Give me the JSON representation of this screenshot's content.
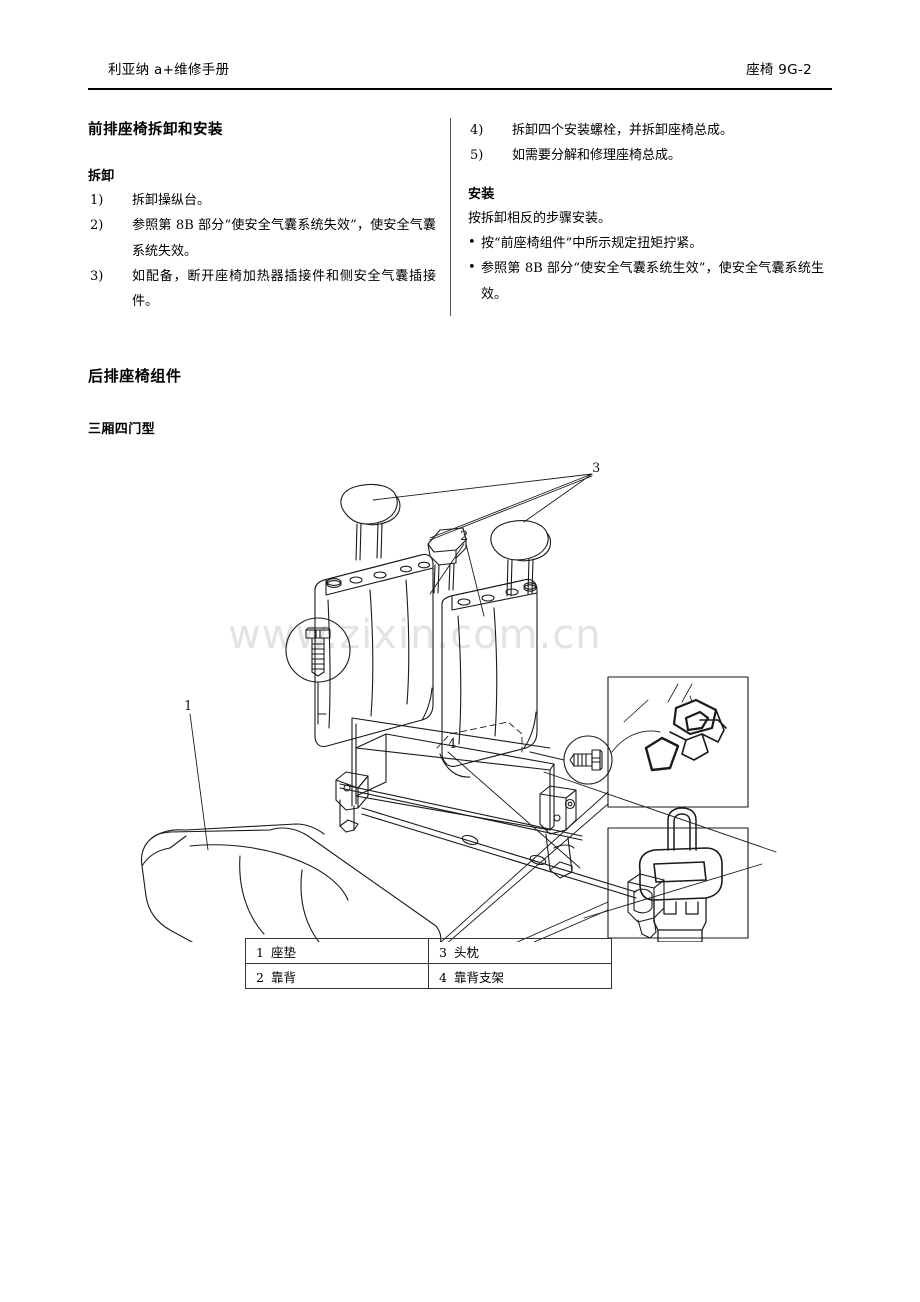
{
  "header": {
    "left_title": "利亚纳 a+维修手册",
    "right_title": "座椅 9G-2"
  },
  "left_column": {
    "section_title": "前排座椅拆卸和安装",
    "removal_heading": "拆卸",
    "removal_steps": [
      {
        "num": "1)",
        "text": "拆卸操纵台。"
      },
      {
        "num": "2)",
        "text": "参照第 8B 部分“使安全气囊系统失效”，使安全气囊系统失效。"
      },
      {
        "num": "3)",
        "text": "如配备，断开座椅加热器插接件和侧安全气囊插接件。"
      }
    ]
  },
  "right_column": {
    "removal_steps": [
      {
        "num": "4)",
        "text": "拆卸四个安装螺栓，并拆卸座椅总成。"
      },
      {
        "num": "5)",
        "text": "如需要分解和修理座椅总成。"
      }
    ],
    "install_heading": "安装",
    "install_intro": "按拆卸相反的步骤安装。",
    "install_bullets": [
      {
        "dot": "•",
        "text": "按“前座椅组件”中所示规定扭矩拧紧。"
      },
      {
        "dot": "•",
        "text": "参照第 8B 部分“使安全气囊系统生效”，使安全气囊系统生效。"
      }
    ]
  },
  "assembly_section": {
    "heading": "后排座椅组件",
    "variant": "三厢四门型"
  },
  "diagram": {
    "watermark": "www.zixin.com.cn",
    "callouts": [
      {
        "id": "1",
        "label": "1"
      },
      {
        "id": "2",
        "label": "2"
      },
      {
        "id": "3",
        "label": "3"
      },
      {
        "id": "4",
        "label": "4"
      }
    ]
  },
  "legend": {
    "rows": [
      {
        "left_idx": "1",
        "left_label": "座垫",
        "right_idx": "3",
        "right_label": "头枕"
      },
      {
        "left_idx": "2",
        "left_label": "靠背",
        "right_idx": "4",
        "right_label": "靠背支架"
      }
    ]
  }
}
